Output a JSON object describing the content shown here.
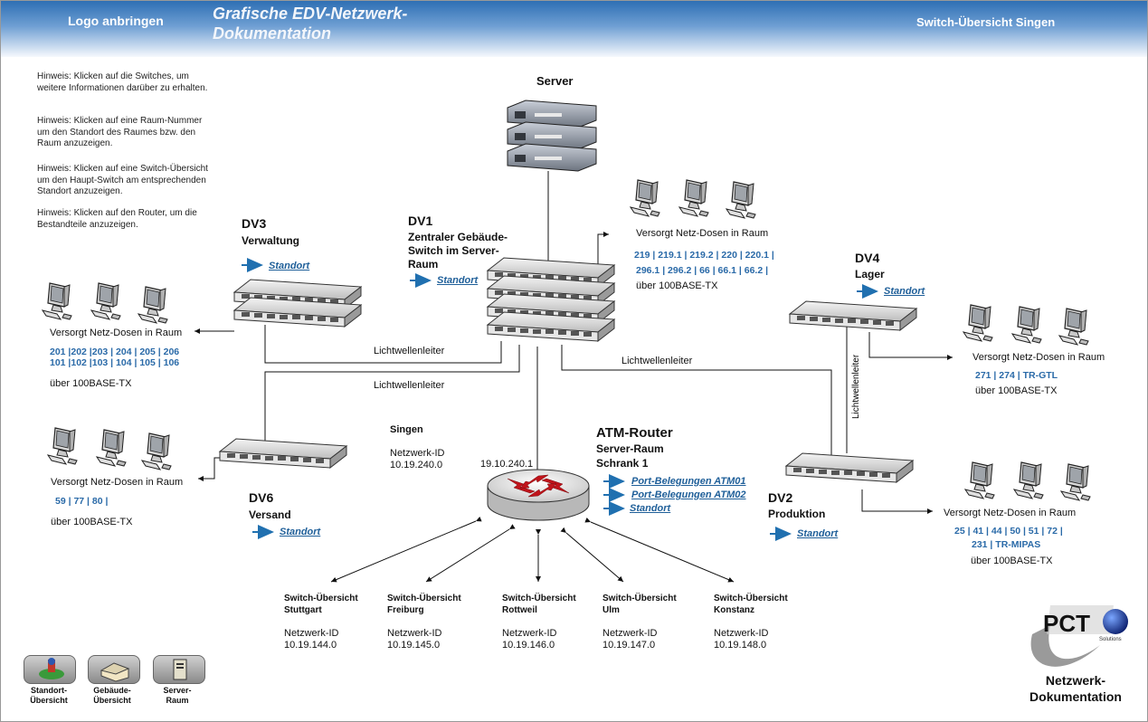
{
  "header": {
    "logo_label": "Logo anbringen",
    "title_line1": "Grafische EDV-Netzwerk-",
    "title_line2": "Dokumentation",
    "right_label": "Switch-Übersicht Singen"
  },
  "hints": [
    "Hinweis: Klicken auf die Switches, um weitere Informationen darüber zu erhalten.",
    "Hinweis: Klicken auf eine Raum-Nummer um den Standort des Raumes bzw. den Raum anzuzeigen.",
    "Hinweis: Klicken auf eine Switch-Übersicht um den Haupt-Switch am entsprechenden Standort anzuzeigen.",
    "Hinweis: Klicken auf den Router, um die Bestandteile anzuzeigen."
  ],
  "server": {
    "label": "Server"
  },
  "dv1": {
    "id": "DV1",
    "l1": "Zentraler Gebäude-",
    "l2": "Switch im Server-",
    "l3": "Raum",
    "link": "Standort"
  },
  "dv1_rooms": {
    "caption": "Versorgt Netz-Dosen in Raum",
    "line1": "219 |   219.1 |   219.2 |  220 |   220.1 |",
    "line2": "296.1 |  296.2 |  66 | 66.1 |  66.2 |",
    "media": "über 100BASE-TX"
  },
  "dv3": {
    "id": "DV3",
    "name": "Verwaltung",
    "link": "Standort"
  },
  "dv3_rooms": {
    "caption": "Versorgt Netz-Dosen in Raum",
    "line1": "201 |202 |203 | 204 | 205 | 206",
    "line2": "101 |102 |103 | 104 | 105 | 106",
    "media": "über 100BASE-TX"
  },
  "dv4": {
    "id": "DV4",
    "name": "Lager",
    "link": "Standort"
  },
  "dv4_rooms": {
    "caption": "Versorgt Netz-Dosen in Raum",
    "line1": "271 |    274 |   TR-GTL",
    "media": "über 100BASE-TX"
  },
  "dv6": {
    "id": "DV6",
    "name": "Versand",
    "link": "Standort"
  },
  "dv6_rooms": {
    "caption": "Versorgt Netz-Dosen in Raum",
    "line1": "59 |    77 |    80 |",
    "media": "über 100BASE-TX"
  },
  "dv2": {
    "id": "DV2",
    "name": "Produktion",
    "link": "Standort"
  },
  "dv2_rooms": {
    "caption": "Versorgt Netz-Dosen in Raum",
    "line1": "25 |     41 |   44 |   50 |   51 |    72 |",
    "line2": "231 |   TR-MIPAS",
    "media": "über 100BASE-TX"
  },
  "fiber": {
    "a": "Lichtwellenleiter",
    "b": "Lichtwellenleiter",
    "c": "Lichtwellenleiter",
    "d": "Lichtwellenleiter"
  },
  "singen": {
    "name": "Singen",
    "netid_label": "Netzwerk-ID",
    "netid": "10.19.240.0",
    "router_ip": "19.10.240.1"
  },
  "router": {
    "title": "ATM-Router",
    "l2": "Server-Raum",
    "l3": "Schrank 1",
    "link1": "Port-Belegungen ATM01",
    "link2": "Port-Belegungen ATM02",
    "link3": "Standort"
  },
  "sites": [
    {
      "l1": "Switch-Übersicht",
      "l2": "Stuttgart",
      "netid_label": "Netzwerk-ID",
      "netid": "10.19.144.0"
    },
    {
      "l1": "Switch-Übersicht",
      "l2": "Freiburg",
      "netid_label": "Netzwerk-ID",
      "netid": "10.19.145.0"
    },
    {
      "l1": "Switch-Übersicht",
      "l2": "Rottweil",
      "netid_label": "Netzwerk-ID",
      "netid": "10.19.146.0"
    },
    {
      "l1": "Switch-Übersicht",
      "l2": "Ulm",
      "netid_label": "Netzwerk-ID",
      "netid": "10.19.147.0"
    },
    {
      "l1": "Switch-Übersicht",
      "l2": "Konstanz",
      "netid_label": "Netzwerk-ID",
      "netid": "10.19.148.0"
    }
  ],
  "nav": [
    {
      "l1": "Standort-",
      "l2": "Übersicht",
      "icon": "map-pin-icon"
    },
    {
      "l1": "Gebäude-",
      "l2": "Übersicht",
      "icon": "building-icon"
    },
    {
      "l1": "Server-",
      "l2": "Raum",
      "icon": "server-tower-icon"
    }
  ],
  "pct": {
    "logo": "PCT",
    "tagline": "Solutions",
    "footer1": "Netzwerk-",
    "footer2": "Dokumentation"
  },
  "colors": {
    "accent": "#2e6fb4",
    "link": "#1f5f99",
    "rooms": "#2a6aa8"
  }
}
